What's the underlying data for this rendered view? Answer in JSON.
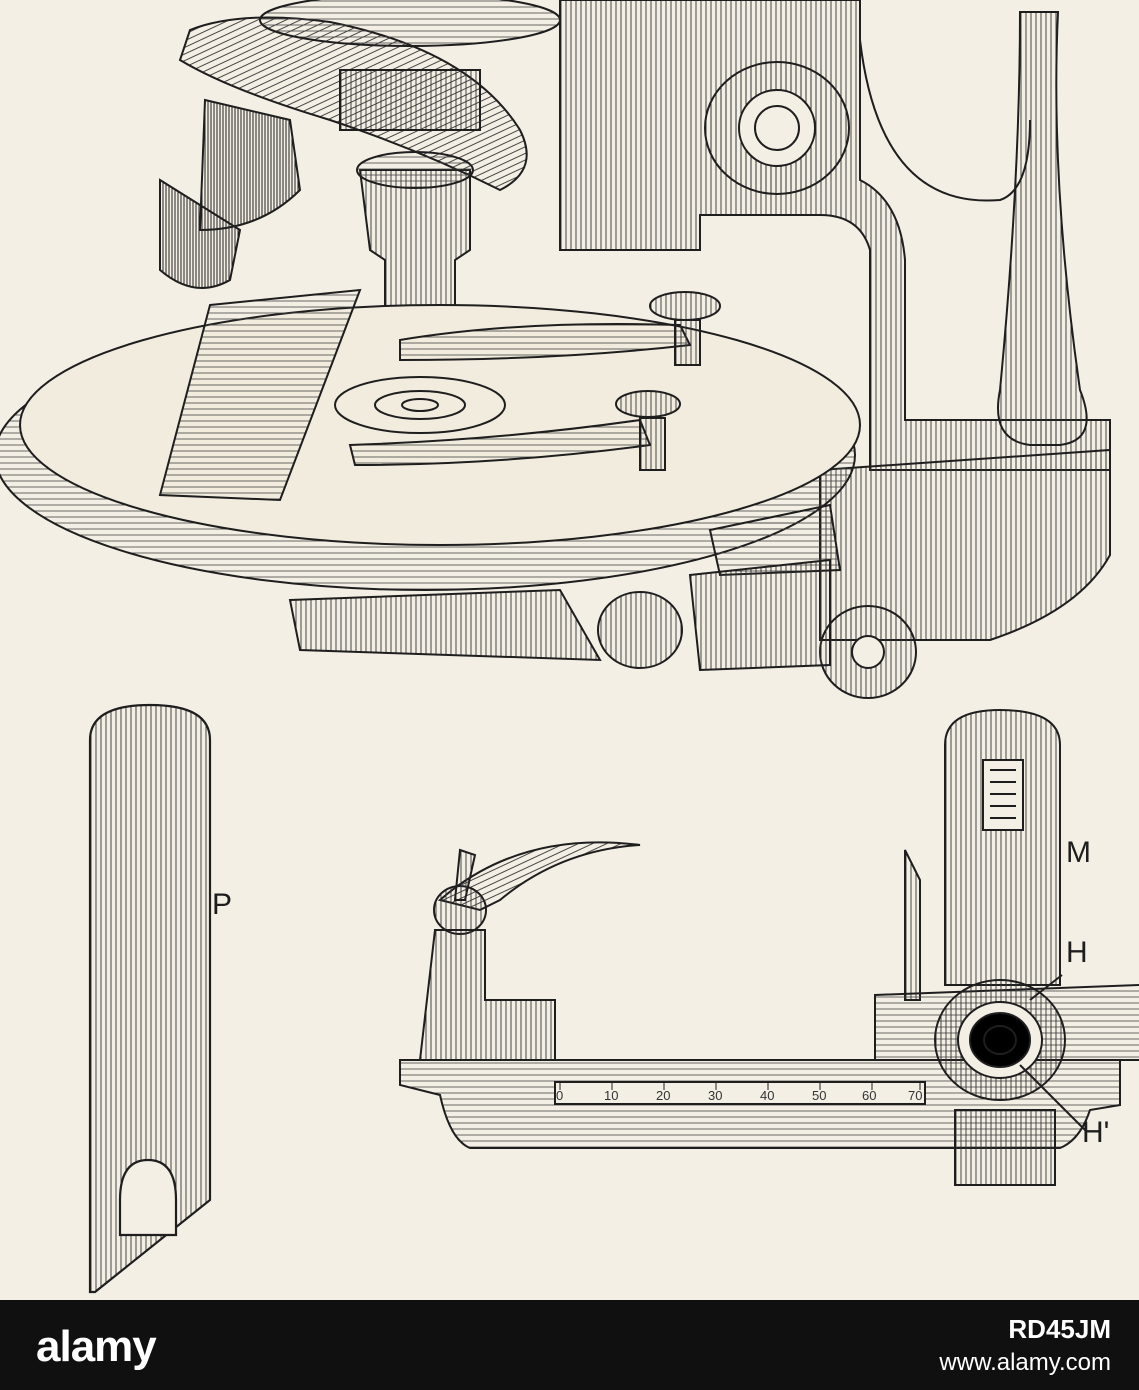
{
  "figure": {
    "labels": {
      "P": "P",
      "M": "M",
      "H": "H",
      "H_prime": "H'"
    },
    "scale_ticks": [
      "0",
      "10",
      "20",
      "30",
      "40",
      "50",
      "60",
      "70"
    ]
  },
  "footer": {
    "brand": "alamy",
    "image_id": "RD45JM",
    "url": "www.alamy.com"
  }
}
